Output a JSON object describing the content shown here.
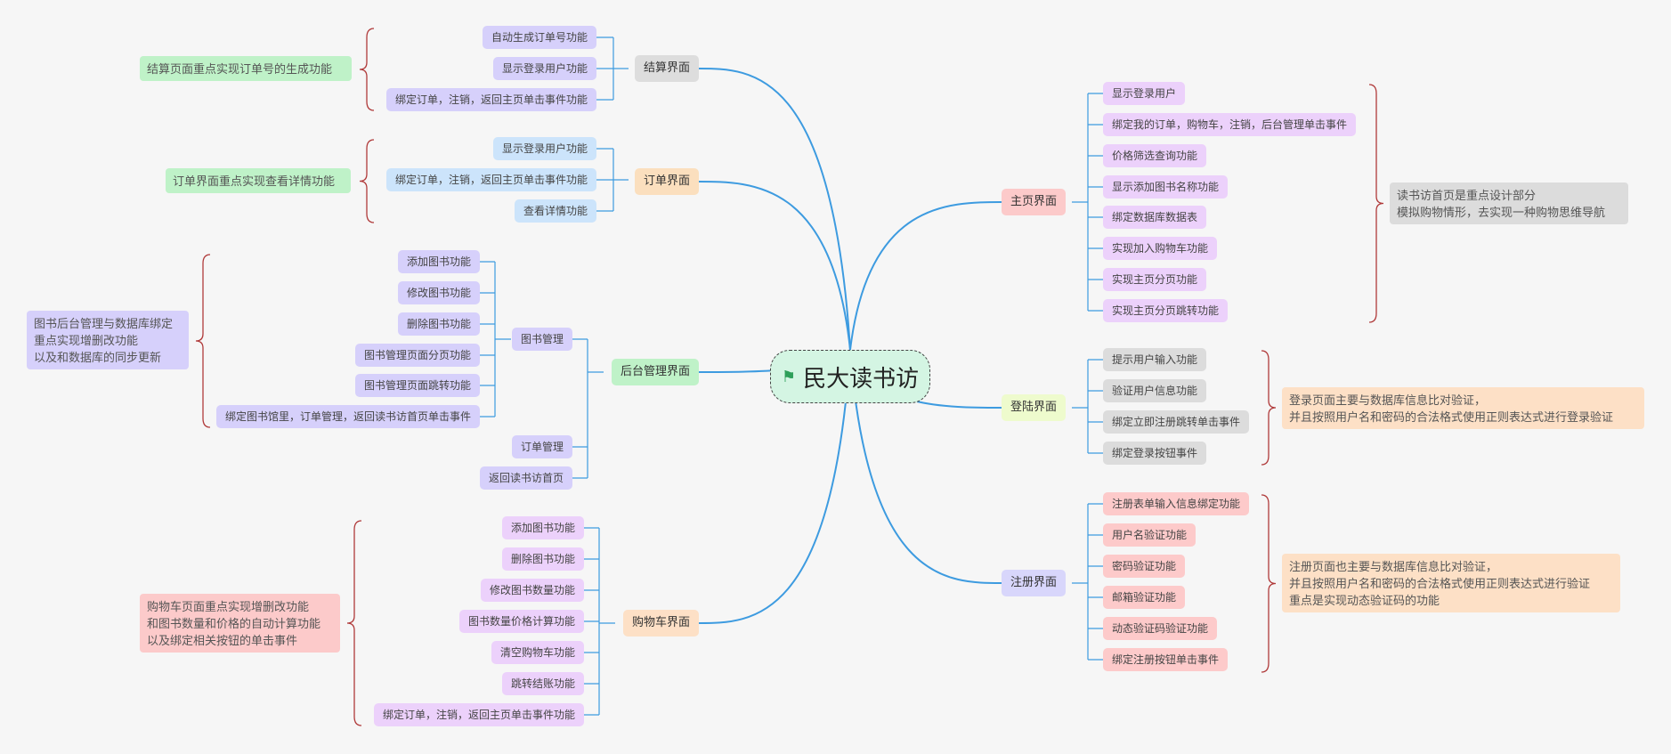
{
  "root": {
    "title": "民大读书访"
  },
  "colors": {
    "link": "#3d9be0",
    "brace": "#b03a3a",
    "jiesuan": "#dddddd",
    "dingdan": "#fbdfbe",
    "houtai": "#bff2c8",
    "gouwu": "#fde0c6",
    "zhuye": "#fccaca",
    "denglu": "#eefbcd",
    "zhuce": "#d8d6fb",
    "purple_leaf": "#d6d0fb",
    "blue_leaf": "#cce4fb",
    "lilac_leaf": "#ecd1fb",
    "gray_leaf": "#dcdcdc",
    "pink_leaf": "#fdcaca"
  },
  "branches": {
    "jiesuan": {
      "label": "结算界面",
      "items": [
        "自动生成订单号功能",
        "显示登录用户功能",
        "绑定订单，注销，返回主页单击事件功能"
      ],
      "note": [
        "结算页面重点实现订单号的生成功能"
      ]
    },
    "dingdan": {
      "label": "订单界面",
      "items": [
        "显示登录用户功能",
        "绑定订单，注销，返回主页单击事件功能",
        "查看详情功能"
      ],
      "note": [
        "订单界面重点实现查看详情功能"
      ]
    },
    "houtai": {
      "label": "后台管理界面",
      "sub": {
        "tushu": "图书管理",
        "dingdanguanli": "订单管理",
        "fanhui": "返回读书访首页"
      },
      "tushu_items": [
        "添加图书功能",
        "修改图书功能",
        "删除图书功能",
        "图书管理页面分页功能",
        "图书管理页面跳转功能",
        "绑定图书馆里，订单管理，返回读书访首页单击事件"
      ],
      "note": [
        "图书后台管理与数据库绑定",
        "重点实现增删改功能",
        "以及和数据库的同步更新"
      ]
    },
    "gouwu": {
      "label": "购物车界面",
      "items": [
        "添加图书功能",
        "删除图书功能",
        "修改图书数量功能",
        "图书数量价格计算功能",
        "清空购物车功能",
        "跳转结账功能",
        "绑定订单，注销，返回主页单击事件功能"
      ],
      "note": [
        "购物车页面重点实现增删改功能",
        "和图书数量和价格的自动计算功能",
        "以及绑定相关按钮的单击事件"
      ]
    },
    "zhuye": {
      "label": "主页界面",
      "items": [
        "显示登录用户",
        "绑定我的订单，购物车，注销，后台管理单击事件",
        "价格筛选查询功能",
        "显示添加图书名称功能",
        "绑定数据库数据表",
        "实现加入购物车功能",
        "实现主页分页功能",
        "实现主页分页跳转功能"
      ],
      "note": [
        "读书访首页是重点设计部分",
        "模拟购物情形，去实现一种购物思维导航"
      ]
    },
    "denglu": {
      "label": "登陆界面",
      "items": [
        "提示用户输入功能",
        "验证用户信息功能",
        "绑定立即注册跳转单击事件",
        "绑定登录按钮事件"
      ],
      "note": [
        "登录页面主要与数据库信息比对验证，",
        "并且按照用户名和密码的合法格式使用正则表达式进行登录验证"
      ]
    },
    "zhuce": {
      "label": "注册界面",
      "items": [
        "注册表单输入信息绑定功能",
        "用户名验证功能",
        "密码验证功能",
        "邮箱验证功能",
        "动态验证码验证功能",
        "绑定注册按钮单击事件"
      ],
      "note": [
        "注册页面也主要与数据库信息比对验证，",
        "并且按照用户名和密码的合法格式使用正则表达式进行验证",
        "重点是实现动态验证码的功能"
      ]
    }
  }
}
